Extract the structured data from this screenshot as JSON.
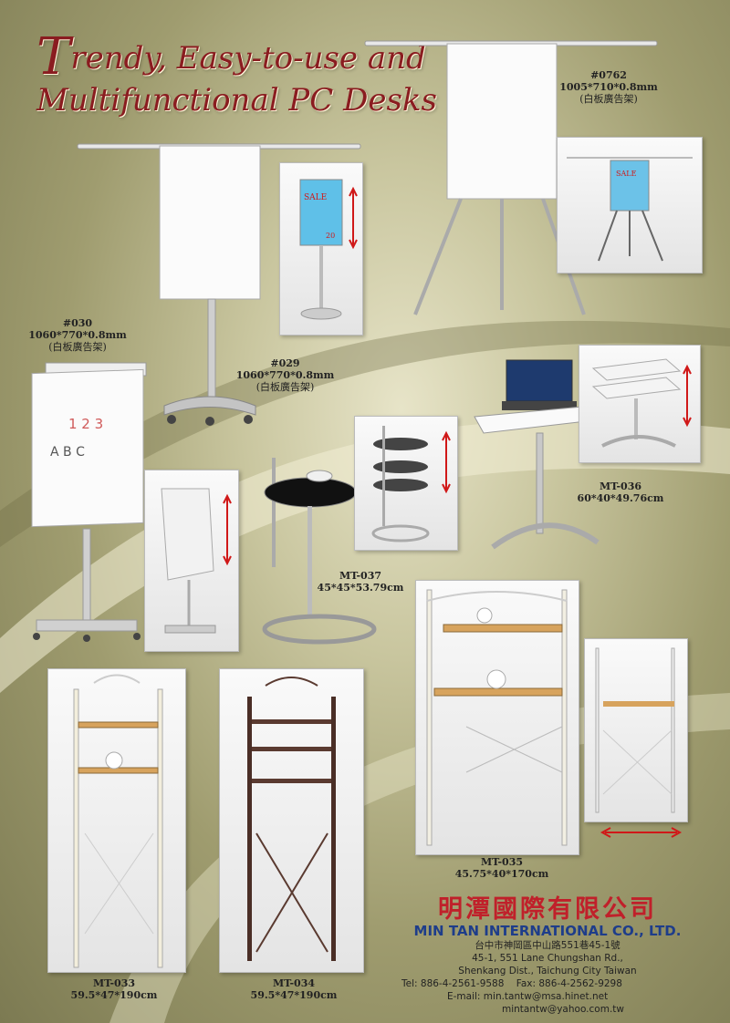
{
  "title": {
    "initial": "T",
    "line1_rest": "rendy, Easy-to-use and",
    "line2": "Multifunctional PC Desks"
  },
  "products": {
    "p0762": {
      "code": "#0762",
      "size": "1005*710*0.8mm",
      "note": "(白板廣告架)"
    },
    "p030": {
      "code": "#030",
      "size": "1060*770*0.8mm",
      "note": "(白板廣告架)"
    },
    "p029": {
      "code": "#029",
      "size": "1060*770*0.8mm",
      "note": "(白板廣告架)"
    },
    "mt036": {
      "code": "MT-036",
      "size": "60*40*49.76cm"
    },
    "mt037": {
      "code": "MT-037",
      "size": "45*45*53.79cm"
    },
    "mt035": {
      "code": "MT-035",
      "size": "45.75*40*170cm"
    },
    "mt033": {
      "code": "MT-033",
      "size": "59.5*47*190cm"
    },
    "mt034": {
      "code": "MT-034",
      "size": "59.5*47*190cm"
    }
  },
  "board": {
    "line1": "1 2 3",
    "line2": "A B C",
    "sale": "SALE",
    "price": "20"
  },
  "company": {
    "name_cn": "明潭國際有限公司",
    "name_en": "MIN TAN INTERNATIONAL CO., LTD.",
    "addr_cn": "台中市神岡區中山路551巷45-1號",
    "addr_en1": "45-1, 551 Lane Chungshan Rd.,",
    "addr_en2": "Shenkang Dist., Taichung City Taiwan",
    "tel": "Tel: 886-4-2561-9588",
    "fax": "Fax: 886-4-2562-9298",
    "email1": "E-mail: min.tantw@msa.hinet.net",
    "email2": "mintantw@yahoo.com.tw"
  },
  "colors": {
    "title": "#8a1c20",
    "company_cn": "#c0202a",
    "company_en": "#1e3d8a",
    "arrow": "#d01818"
  }
}
